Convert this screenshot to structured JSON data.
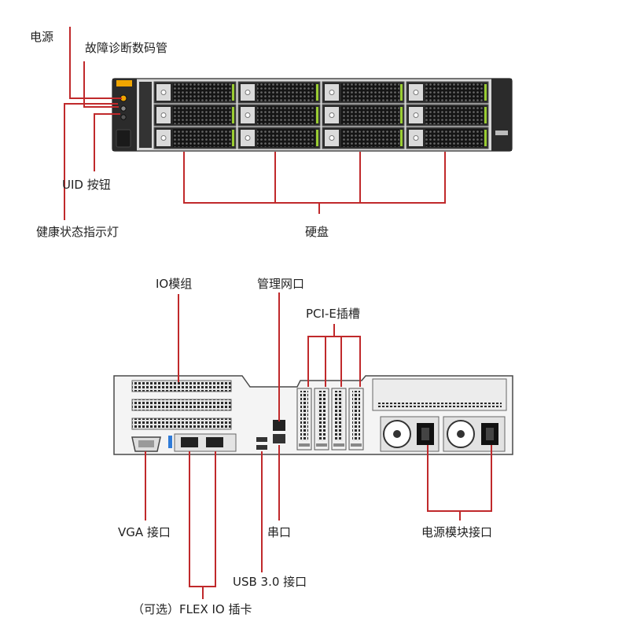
{
  "front_labels": {
    "power": "电源",
    "fault_display": "故障诊断数码管",
    "uid_button": "UID 按钮",
    "health_led": "健康状态指示灯",
    "disks": "硬盘"
  },
  "rear_labels": {
    "io_module": "IO模组",
    "mgmt_port": "管理网口",
    "pcie_slots": "PCI-E插槽",
    "vga_port": "VGA 接口",
    "serial_port": "串口",
    "usb_port": "USB 3.0 接口",
    "flex_io": "（可选）FLEX IO 插卡",
    "psu_port": "电源模块接口"
  },
  "colors": {
    "callout": "#c0292b",
    "chassis": "#dcdcdc",
    "drive_face": "#1e1e1e",
    "drive_rail": "#9acd32",
    "led_amber": "#f0a500"
  },
  "icons": {
    "fan": "fan-icon",
    "power_socket": "power-socket-icon"
  }
}
